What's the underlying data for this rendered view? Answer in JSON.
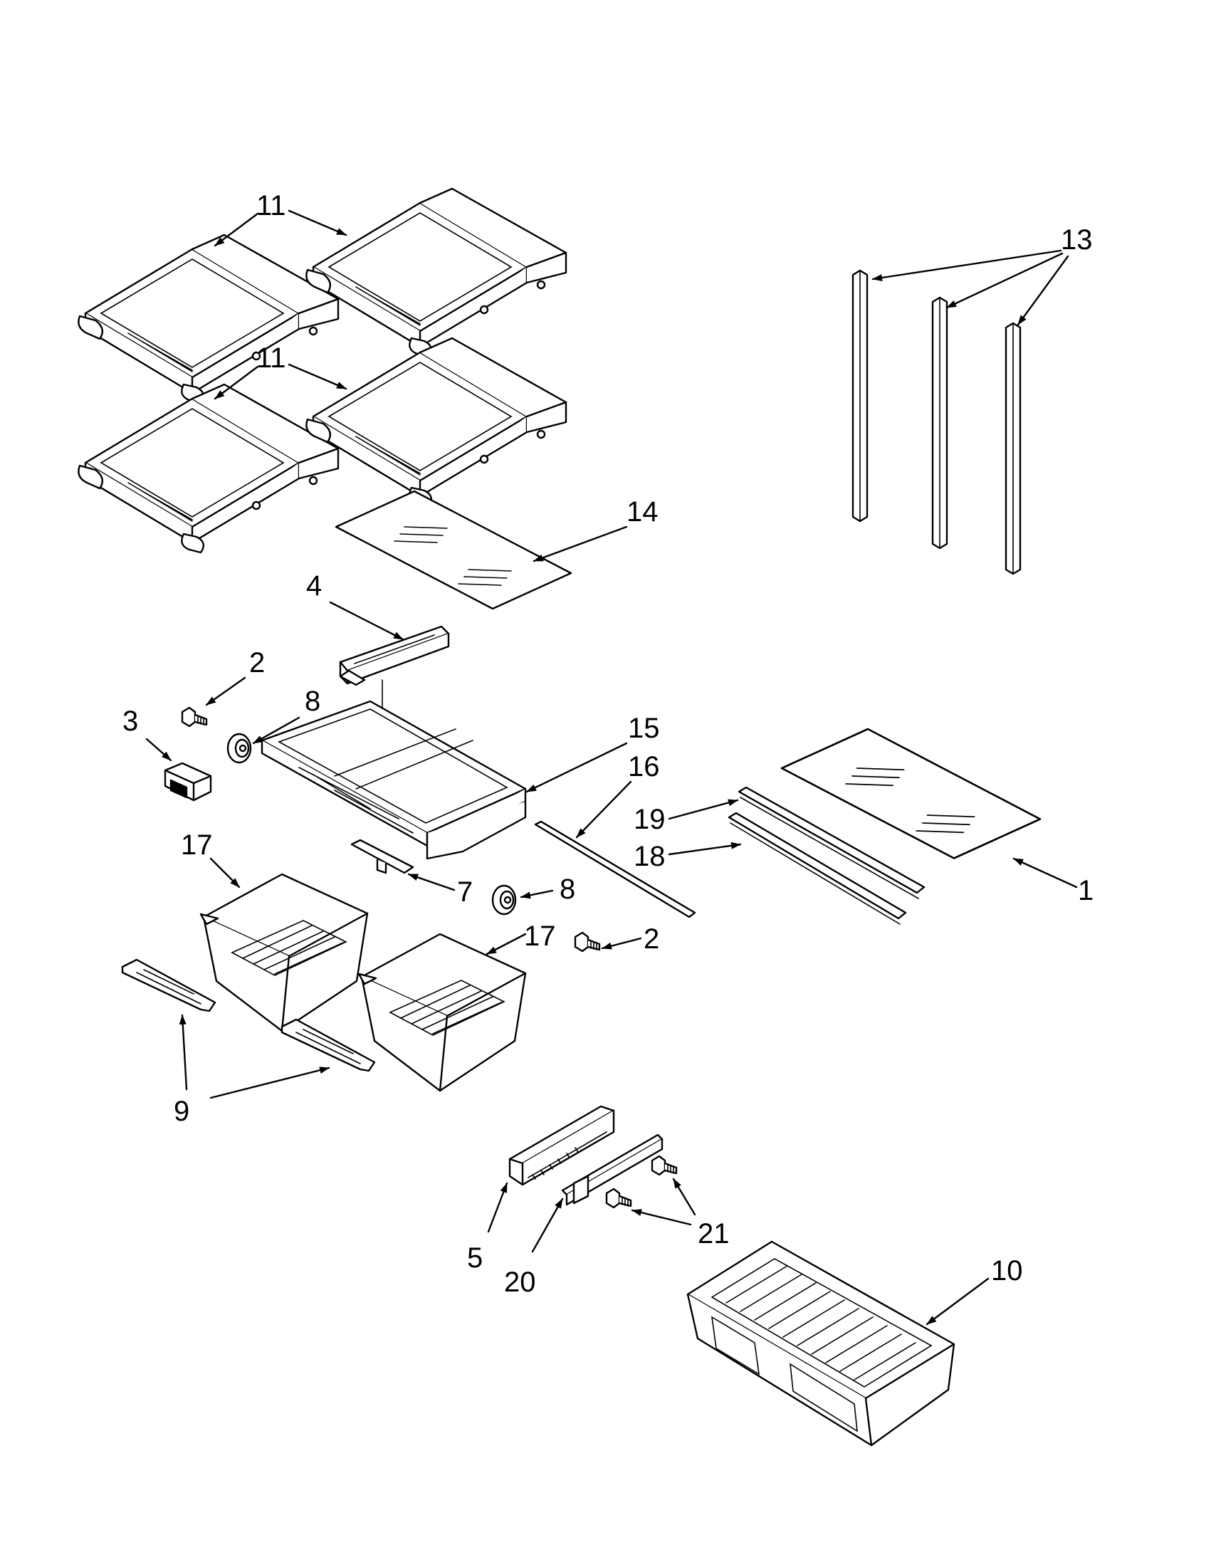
{
  "colors": {
    "background": "#ffffff",
    "ink": "#000000"
  },
  "parts": [
    {
      "key": "shelf_slide_out_1",
      "icon": "shelf-icon"
    },
    {
      "key": "shelf_slide_out_2",
      "icon": "shelf-icon"
    },
    {
      "key": "shelf_slide_out_3",
      "icon": "shelf-icon"
    },
    {
      "key": "shelf_slide_out_4",
      "icon": "shelf-icon"
    },
    {
      "key": "shelf_rail_1",
      "icon": "rail-icon"
    },
    {
      "key": "shelf_rail_2",
      "icon": "rail-icon"
    },
    {
      "key": "shelf_rail_3",
      "icon": "rail-icon"
    },
    {
      "key": "glass_panel_14",
      "icon": "glass-panel-icon"
    },
    {
      "key": "glass_panel_1",
      "icon": "glass-panel-icon"
    },
    {
      "key": "crisper_frame_15",
      "icon": "frame-icon"
    },
    {
      "key": "crisper_drawer_17a",
      "icon": "drawer-icon"
    },
    {
      "key": "crisper_drawer_17b",
      "icon": "drawer-icon"
    },
    {
      "key": "pantry_drawer_10",
      "icon": "drawer-icon"
    },
    {
      "key": "handle_9a",
      "icon": "handle-icon"
    },
    {
      "key": "handle_9b",
      "icon": "handle-icon"
    },
    {
      "key": "slide_4",
      "icon": "slide-icon"
    },
    {
      "key": "slide_5",
      "icon": "slide-icon"
    },
    {
      "key": "slide_20",
      "icon": "slide-icon"
    },
    {
      "key": "trim_16",
      "icon": "trim-icon"
    },
    {
      "key": "trim_18",
      "icon": "trim-icon"
    },
    {
      "key": "trim_19",
      "icon": "trim-icon"
    },
    {
      "key": "screw_2a",
      "icon": "screw-icon"
    },
    {
      "key": "screw_2b",
      "icon": "screw-icon"
    },
    {
      "key": "screw_21a",
      "icon": "screw-icon"
    },
    {
      "key": "screw_21b",
      "icon": "screw-icon"
    },
    {
      "key": "roller_8a",
      "icon": "roller-icon"
    },
    {
      "key": "roller_8b",
      "icon": "roller-icon"
    },
    {
      "key": "clip_3",
      "icon": "clip-icon"
    },
    {
      "key": "bracket_7",
      "icon": "bracket-icon"
    }
  ],
  "callouts": {
    "c11a": "11",
    "c11b": "11",
    "c13": "13",
    "c14": "14",
    "c4": "4",
    "c2a": "2",
    "c8a": "8",
    "c3": "3",
    "c15": "15",
    "c16": "16",
    "c19": "19",
    "c18": "18",
    "c1": "1",
    "c17a": "17",
    "c7": "7",
    "c8b": "8",
    "c17b": "17",
    "c2b": "2",
    "c9": "9",
    "c5": "5",
    "c20": "20",
    "c21": "21",
    "c10": "10"
  }
}
